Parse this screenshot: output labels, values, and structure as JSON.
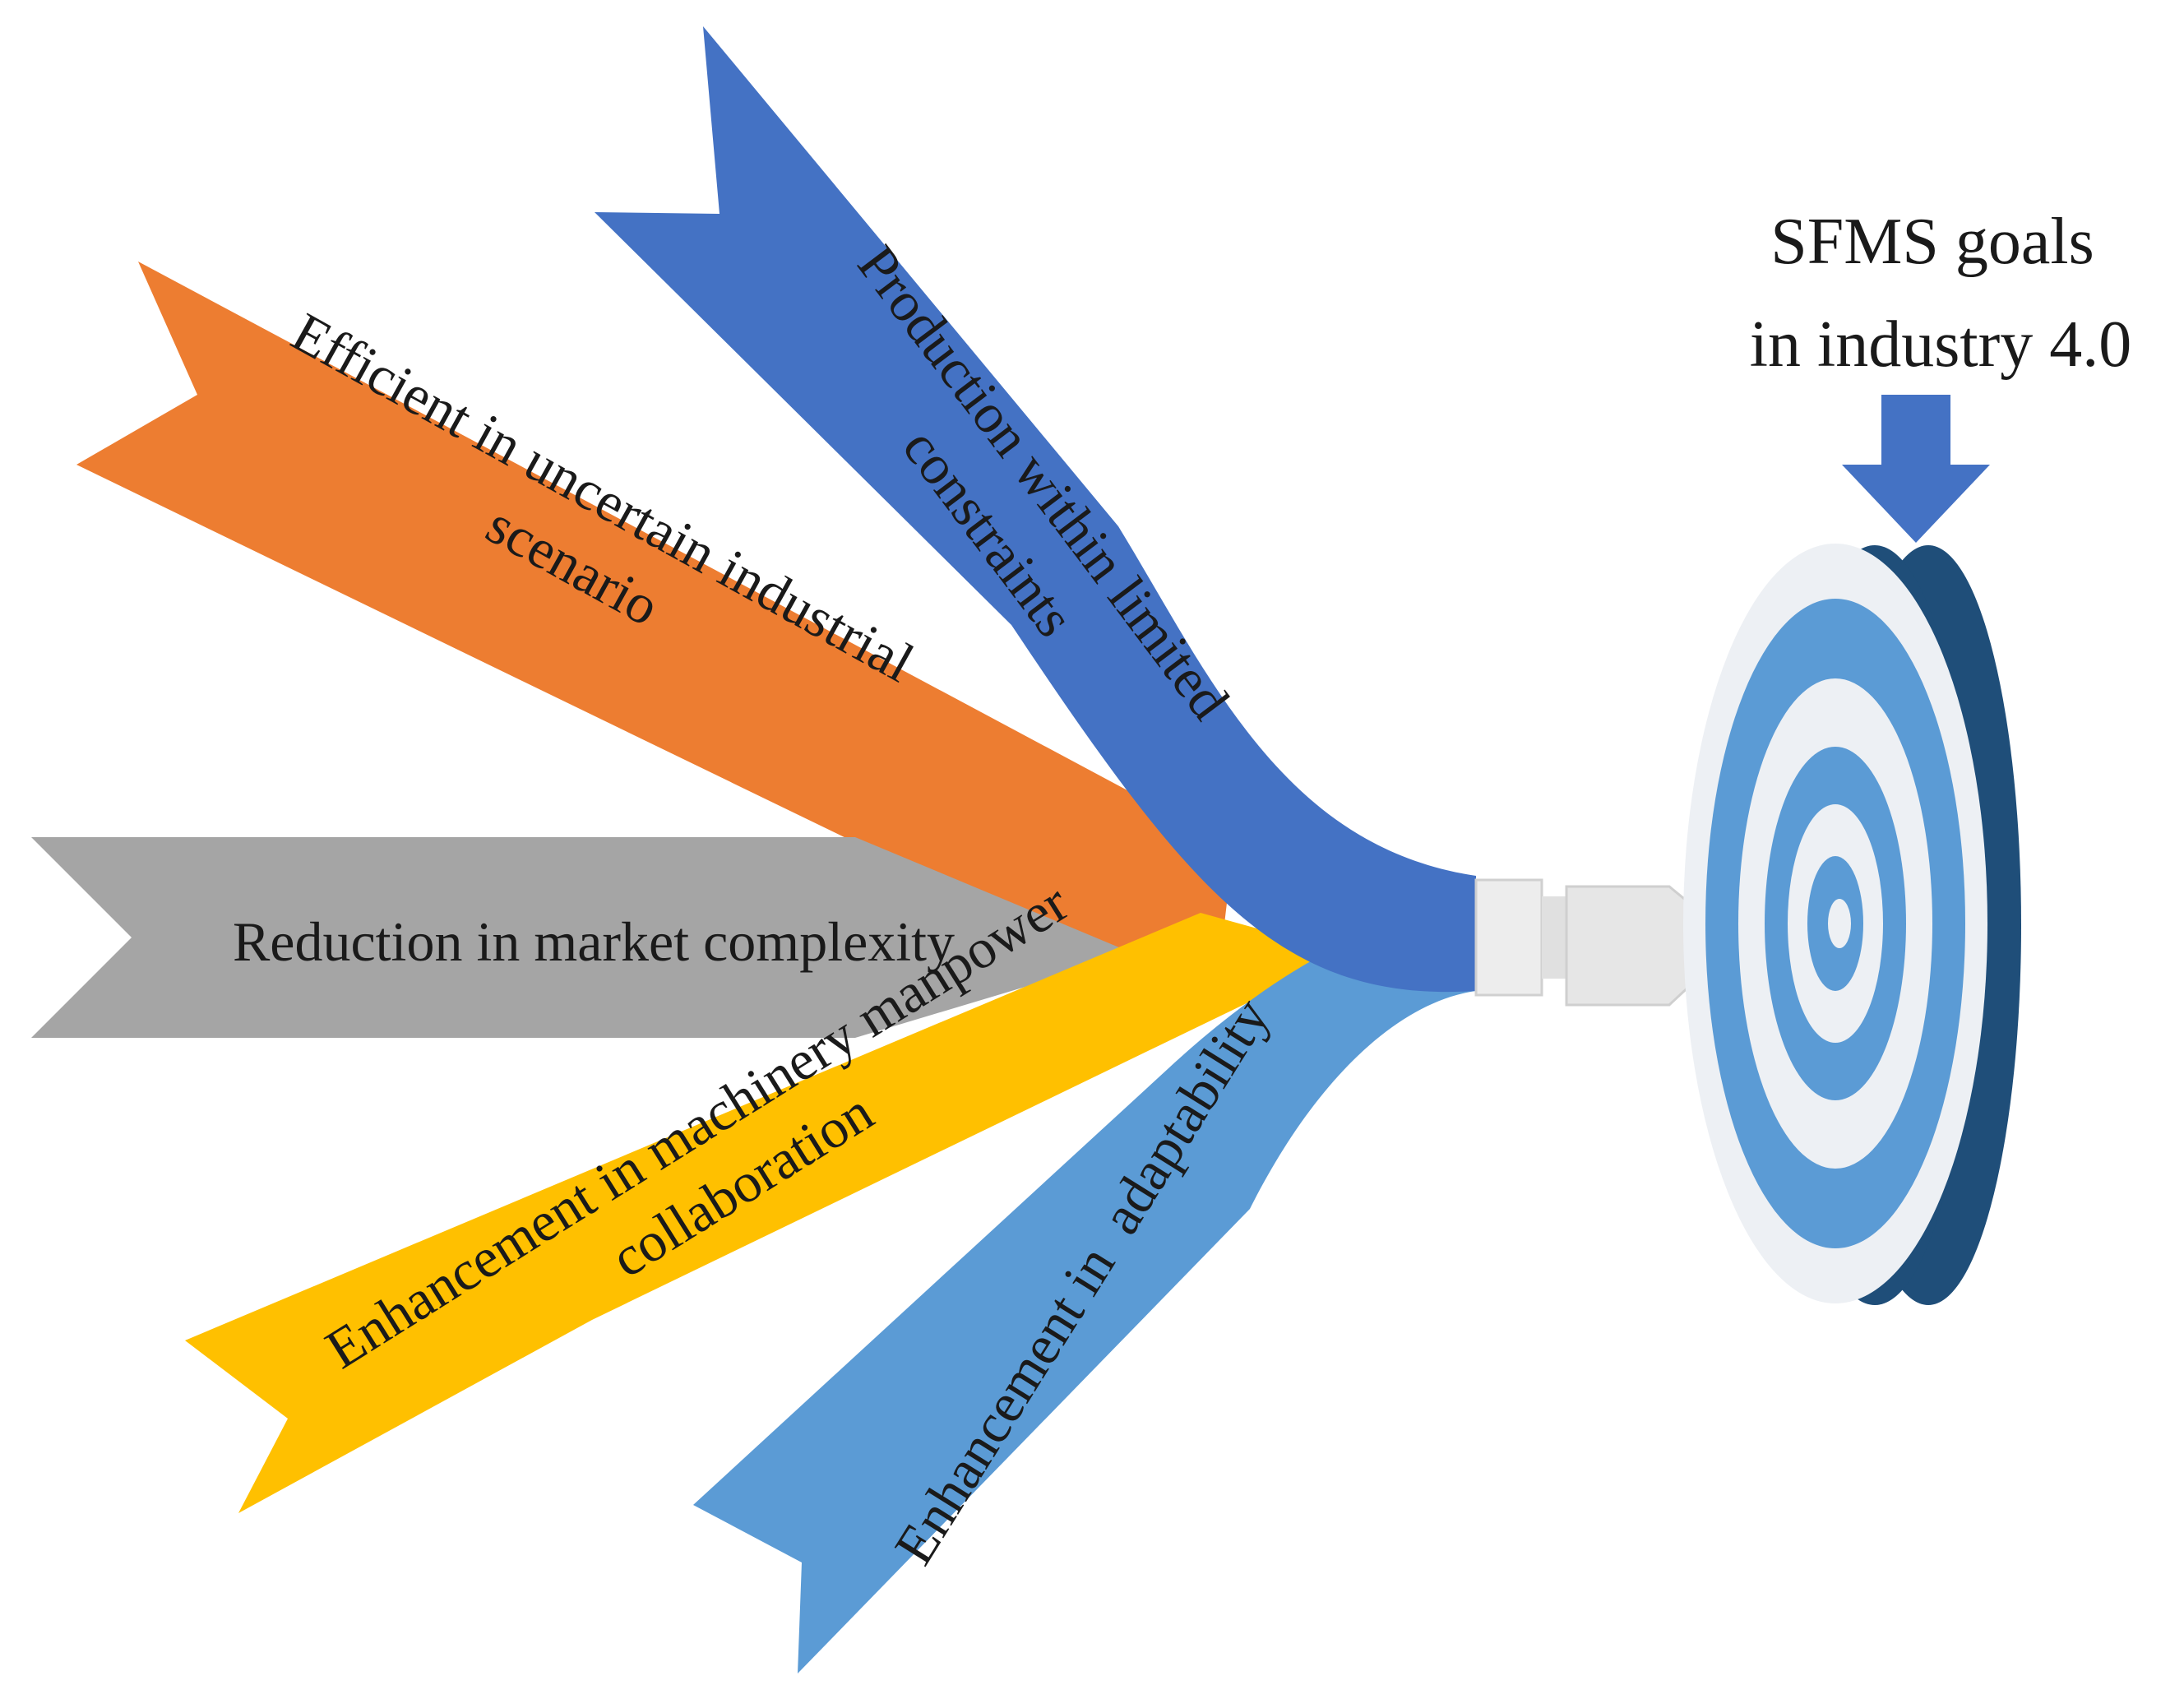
{
  "goal_title_lines": [
    "SFMS goals",
    "in industry 4.0"
  ],
  "ribbons": {
    "production": {
      "lines": [
        "Production within limited",
        "constraints"
      ],
      "color": "#4472C4"
    },
    "efficient": {
      "lines": [
        "Efficient in uncertain industrial",
        "scenario"
      ],
      "color": "#ED7D31"
    },
    "reduction": {
      "lines": [
        "Reduction in market complexity"
      ],
      "color": "#A5A5A5"
    },
    "collaboration": {
      "lines": [
        "Enhancement in machinery manpower",
        "collaboration"
      ],
      "color": "#FFC000"
    },
    "adaptability": {
      "lines": [
        "Enhancement in  adaptability"
      ],
      "color": "#5B9BD5"
    }
  },
  "target_colors": {
    "ring_blue": "#5B9BD5",
    "ring_light": "#EDF0F4",
    "side": "#1F4E79",
    "arrow": "#4472C4"
  }
}
